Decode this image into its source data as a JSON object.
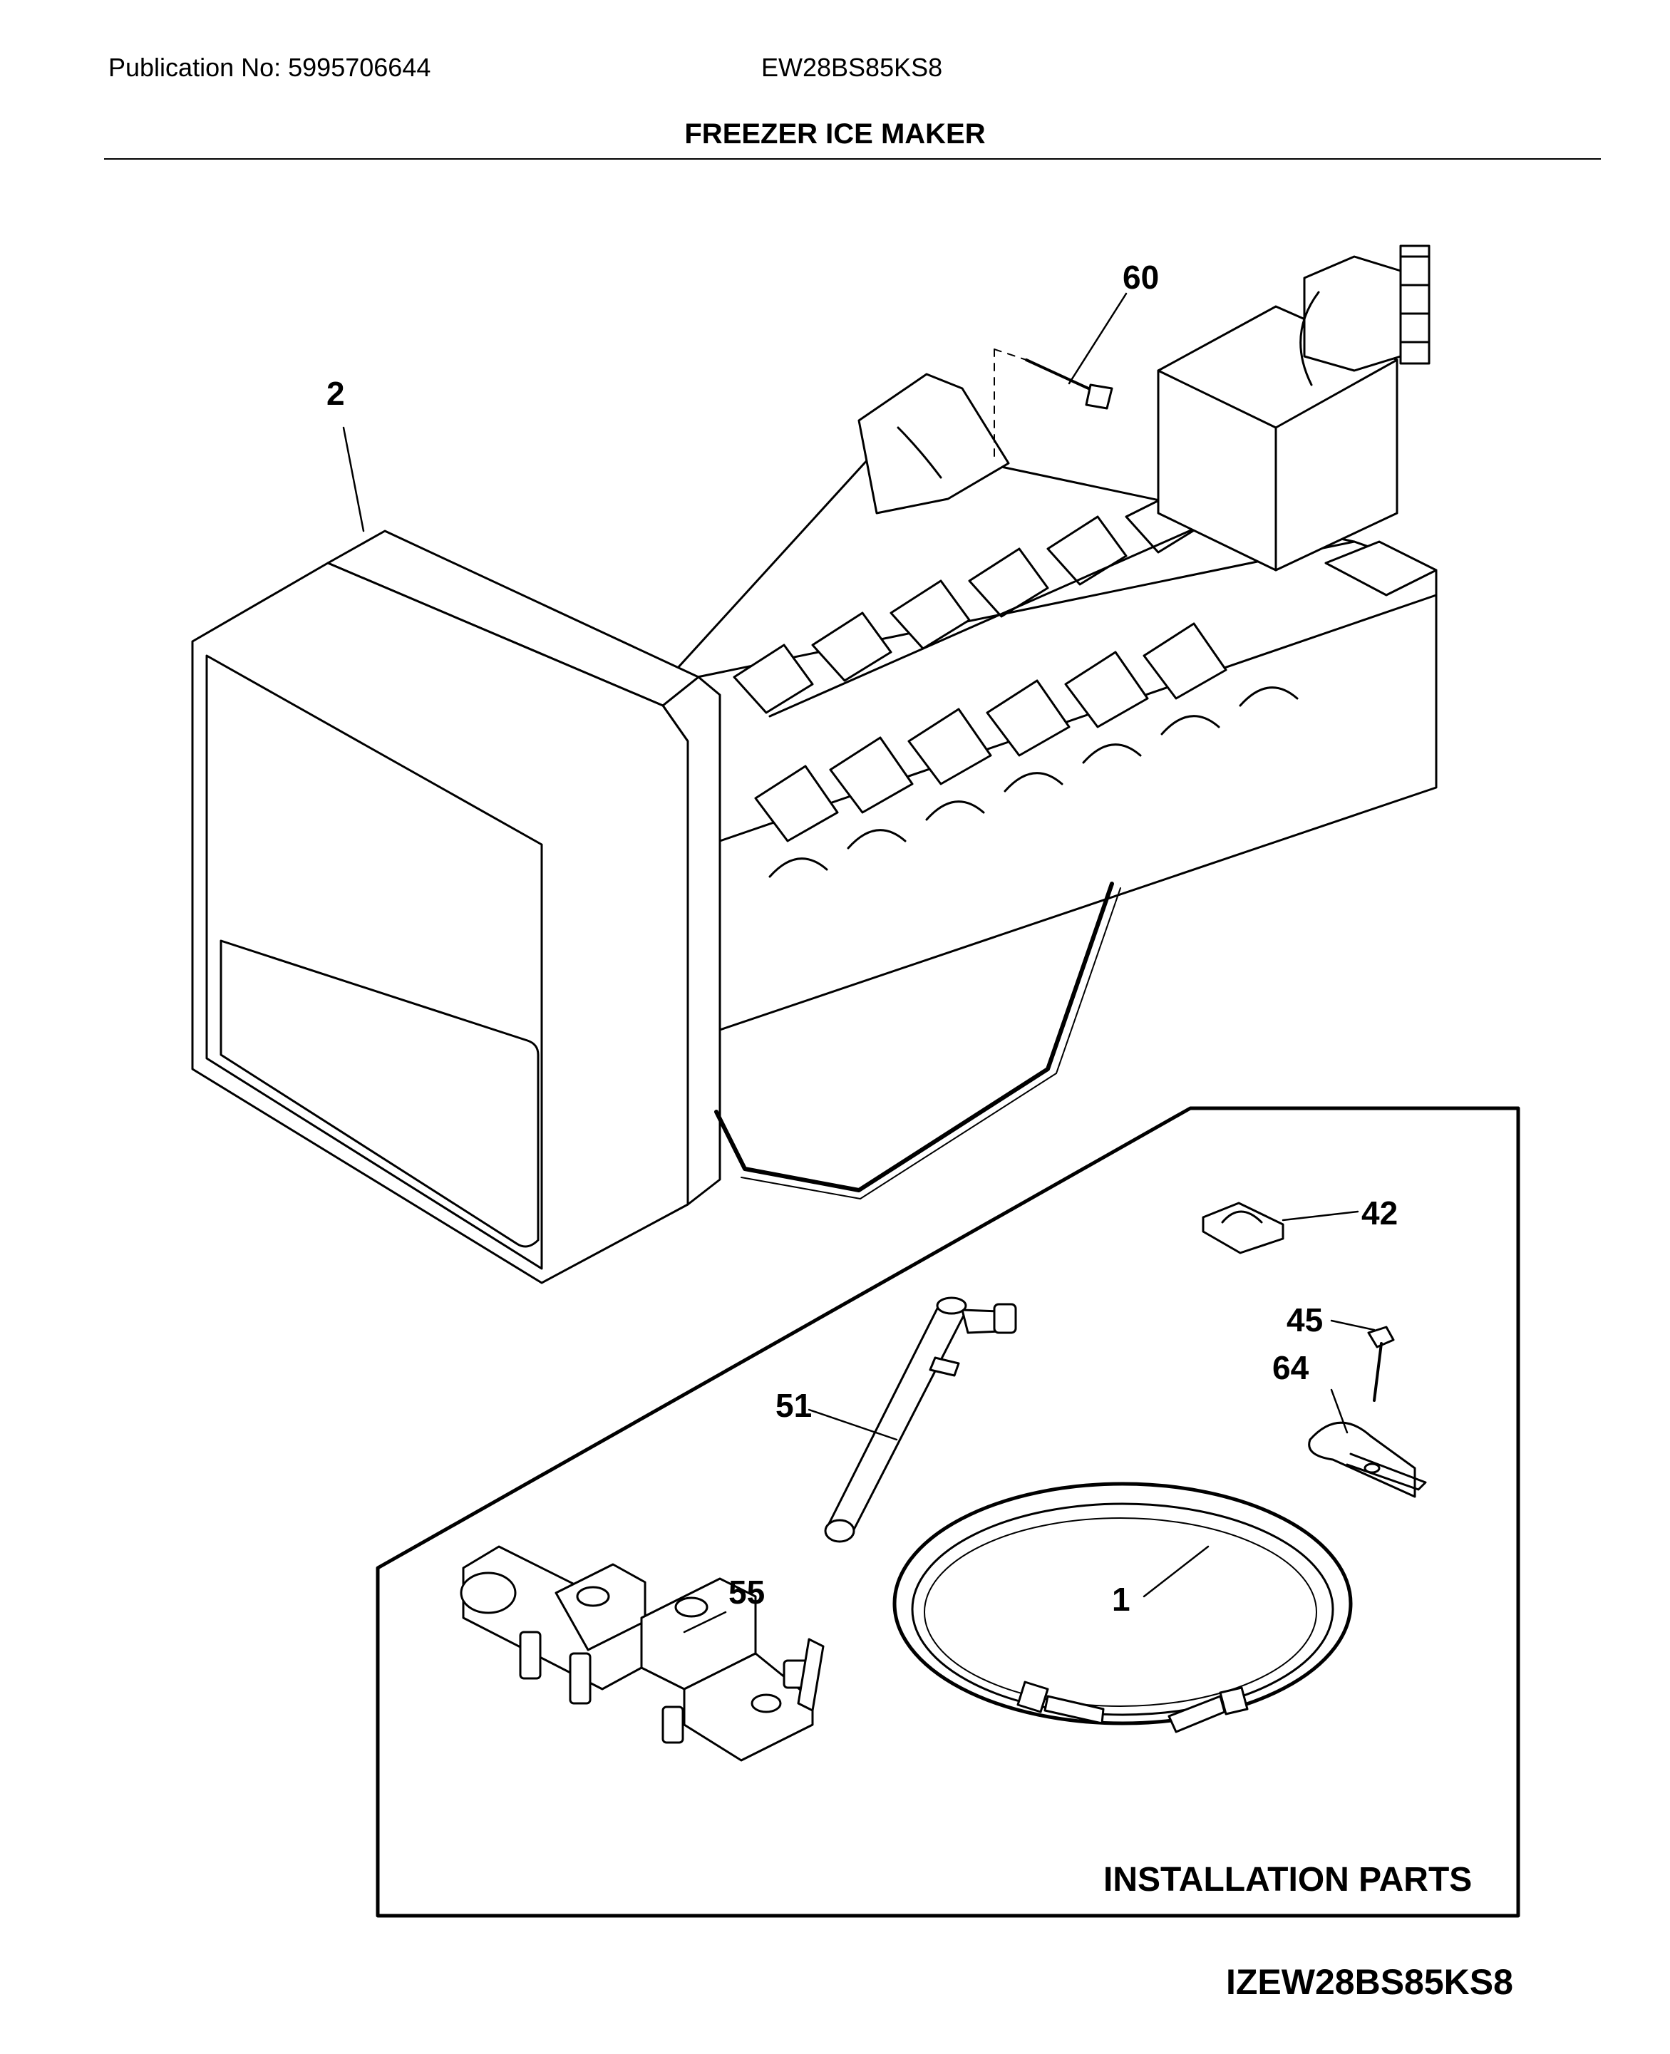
{
  "header": {
    "publication": "Publication No: 5995706644",
    "model": "EW28BS85KS8"
  },
  "title": "FREEZER ICE MAKER",
  "callouts": [
    "60",
    "2",
    "42",
    "45",
    "64",
    "51",
    "55",
    "1"
  ],
  "installation_label": "INSTALLATION PARTS",
  "diagram_code": "IZEW28BS85KS8"
}
